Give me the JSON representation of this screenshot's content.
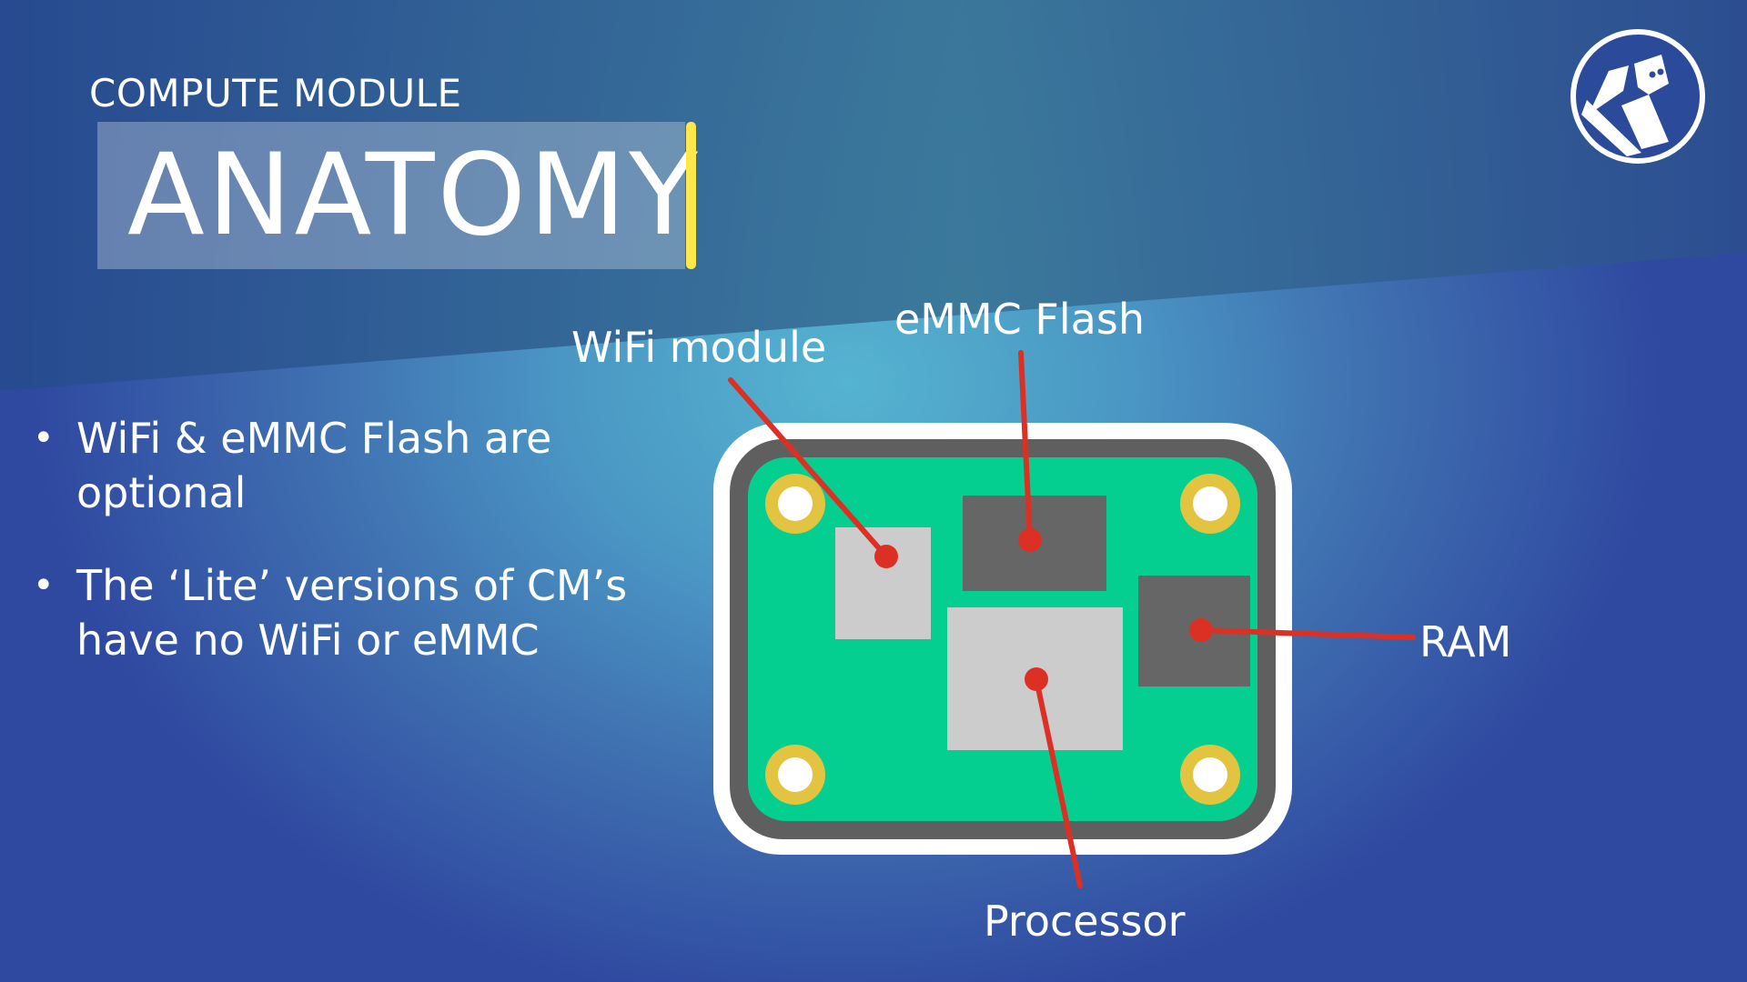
{
  "slide": {
    "kicker": "COMPUTE MODULE",
    "title": "ANATOMY"
  },
  "bullets": [
    "WiFi & eMMC Flash are optional",
    "The ‘Lite’ versions of CM’s have no WiFi or eMMC"
  ],
  "diagram": {
    "labels": {
      "wifi": "WiFi module",
      "emmc": "eMMC Flash",
      "ram": "RAM",
      "processor": "Processor"
    }
  },
  "colors": {
    "board_green": "#04cf90",
    "board_border": "#5f5f5f",
    "chip_light": "#cccccc",
    "chip_dark": "#666666",
    "hole_ring": "#e3c441",
    "leader_line": "#dd3024",
    "title_cursor": "#ffe94a"
  },
  "logo": {
    "icon": "club-logo-icon"
  }
}
